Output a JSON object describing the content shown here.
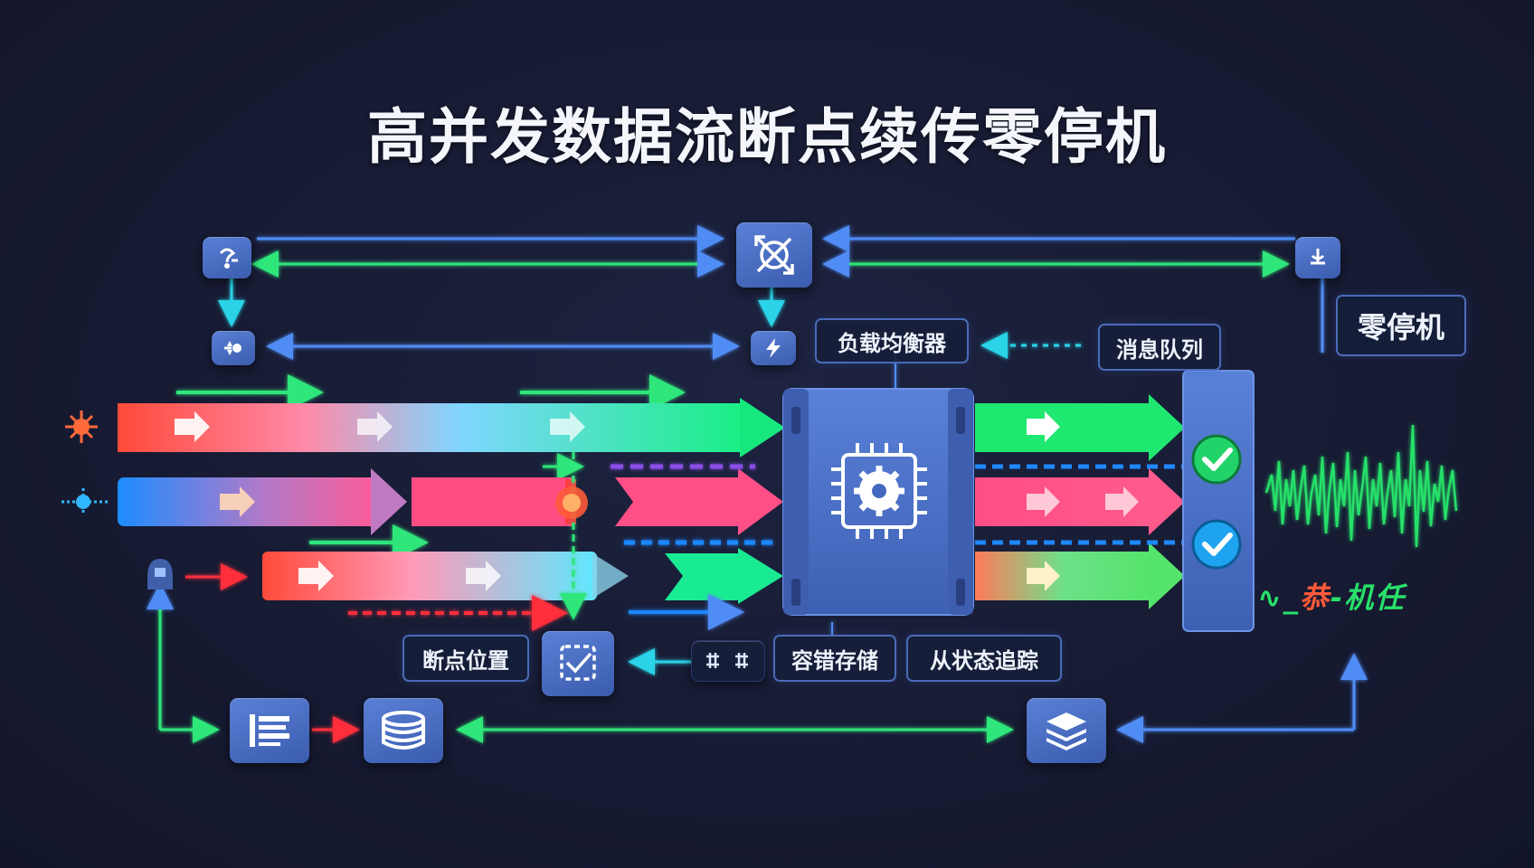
{
  "title": "高并发数据流断点续传零停机",
  "labels": {
    "load_balancer": "负载均衡器",
    "message_queue": "消息队列",
    "zero_downtime": "零停机",
    "breakpoint_position": "断点位置",
    "fault_tolerant_storage": "容错存储",
    "state_tracking": "从状态追踪"
  },
  "status_text": {
    "part1": "∿_",
    "part2": "恭",
    "part3": "-机",
    "part4": "任"
  },
  "colors": {
    "background": "#171b33",
    "blue_line": "#4f8df5",
    "green_line": "#2ee67a",
    "red_dash": "#ff2f3a",
    "pink_stream": "#ff4d8a",
    "green_stream": "#21f08a",
    "cyan_stream": "#3ec6ff",
    "node_blue": "#4a6fc7",
    "check_green": "#22d36a",
    "check_blue": "#1ea3f0"
  },
  "icons": [
    "source-node-icon",
    "network-hub-icon",
    "target-node-icon",
    "relay-icon",
    "power-icon",
    "processor-chip-icon",
    "checkpoint-icon",
    "document-list-icon",
    "database-icon",
    "layers-icon",
    "success-check-icon",
    "waveform-icon"
  ]
}
